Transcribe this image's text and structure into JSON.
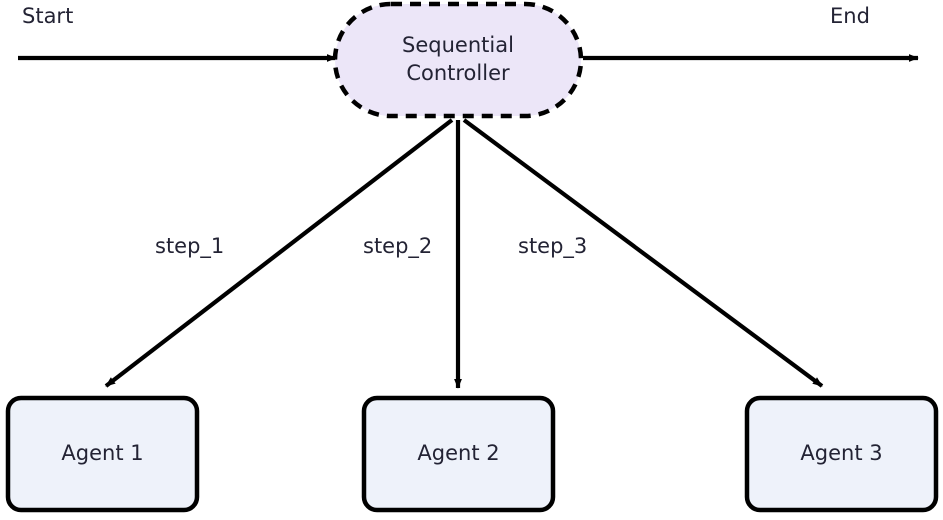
{
  "diagram": {
    "type": "flowchart",
    "background_color": "#ffffff",
    "text_color": "#232334",
    "stroke_color": "#000000",
    "terminals": [
      {
        "id": "start",
        "label": "Start"
      },
      {
        "id": "end",
        "label": "End"
      }
    ],
    "controller": {
      "id": "sequential-controller",
      "label": "Sequential\nController",
      "shape": "stadium",
      "border_style": "dashed",
      "fill_color": "#ece6f8",
      "border_color": "#000000"
    },
    "agents": [
      {
        "id": "agent-1",
        "label": "Agent 1",
        "fill_color": "#eef2fa",
        "border_color": "#000000"
      },
      {
        "id": "agent-2",
        "label": "Agent 2",
        "fill_color": "#eef2fa",
        "border_color": "#000000"
      },
      {
        "id": "agent-3",
        "label": "Agent 3",
        "fill_color": "#eef2fa",
        "border_color": "#000000"
      }
    ],
    "edges": [
      {
        "id": "edge-start-controller",
        "from": "start",
        "to": "sequential-controller",
        "label": ""
      },
      {
        "id": "edge-controller-end",
        "from": "sequential-controller",
        "to": "end",
        "label": ""
      },
      {
        "id": "edge-step-1",
        "from": "sequential-controller",
        "to": "agent-1",
        "label": "step_1"
      },
      {
        "id": "edge-step-2",
        "from": "sequential-controller",
        "to": "agent-2",
        "label": "step_2"
      },
      {
        "id": "edge-step-3",
        "from": "sequential-controller",
        "to": "agent-3",
        "label": "step_3"
      }
    ]
  }
}
